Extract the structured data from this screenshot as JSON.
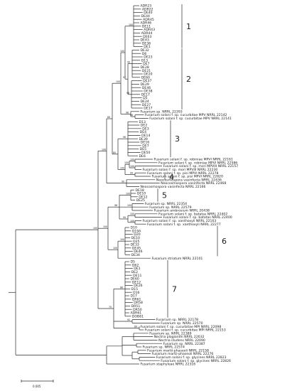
{
  "tree": {
    "groups": [
      {
        "label": "1",
        "tips": [
          "ADR23",
          "ADR22",
          "DE40",
          "DE44",
          "ADR45",
          "ADR46",
          "DE11",
          "ADR43",
          "ADR44",
          "DE63",
          "DE43",
          "DE36",
          "DE1"
        ]
      },
      {
        "label": "2",
        "tips": [
          "DE32",
          "D6",
          "DE23",
          "D13",
          "DE7",
          "DE28",
          "DE21",
          "DE20",
          "DE60",
          "DE37",
          "DE29",
          "DE46",
          "DE38",
          "DE17",
          "D5",
          "DE24",
          "DE27",
          "DE17"
        ]
      },
      {
        "label": "3",
        "tips": [
          "D13",
          "DE2",
          "DE3",
          "DE4",
          "DE14",
          "DE39",
          "DE16",
          "DE7",
          "DE5",
          "DE50",
          "DE6"
        ]
      },
      {
        "label": "4",
        "tips": []
      },
      {
        "label": "5",
        "tips": [
          "DE18",
          "DE10",
          "DE12",
          "DE25"
        ]
      },
      {
        "label": "6",
        "tips": [
          "D10",
          "D19A",
          "D20",
          "DE10",
          "D25",
          "DE33",
          "DE45",
          "DE46",
          "DE34"
        ]
      },
      {
        "label": "7",
        "tips": [
          "D5",
          "D62",
          "DE1",
          "DE2",
          "DE11",
          "DE60",
          "DE12",
          "DE26",
          "D15",
          "D16",
          "D17",
          "DR61",
          "DR58",
          "DR51",
          "DR50",
          "ADR61",
          "DOB61"
        ]
      }
    ],
    "references": [
      "Fusarium sp. NRRL 22393",
      "Fusarium solani f. sp. cucurbitae MPV NRRL 22142",
      "Fusarium solani f. sp. cucurbitae MPV NRRL 22141",
      "Fusarium solani f. sp. robiniae MPVI NRRL 22161",
      "Fusarium solani f. sp. robiniae MPVI NRRL 22586",
      "Fusarium solani f. sp. mori MPVIII NRRL 22157",
      "Fusarium solani f. sp. mori MPVIII NRRL 22230",
      "Fusarium solani f. sp. pisi MPVI NRRL 22278",
      "Fusarium solani f. sp. pisi MPVI NRRL 22820",
      "Neocosmospora vasinfecta NRRL 22436",
      "Neocosmospora vasinfecta NRRL 22468",
      "Neocosmospora vasinfecta NRRL 22166",
      "Fusarium sp. NRRL 22354",
      "Fusarium sp. NRRL 22579",
      "Fusarium ambrosium NRRL 20438",
      "Fusarium solani f. sp. batatas NRRL 22402",
      "Fusarium solani f. sp. batatas NRRL 22400",
      "Fusarium solani f. sp. xanthoxyli NRRL 22163",
      "Fusarium solani f. sp. xanthoxyli NRRL 22277",
      "Fusarium striatum NRRL 22101",
      "Fusarium sp. NRRL 22178",
      "Fusarium sp. NRRL 22570",
      "Fusarium solani f. sp. cucurbitae MPI NRRL 22098",
      "Fusarium solani f. sp. cucurbitae MPI NRRL 22153",
      "Fusarium sp. NRRL 22389",
      "Nectria plagianthi NRRL 22632",
      "Nectria illudens NRRL 22090",
      "Fusarium sp. NRRL 22387",
      "Fusarium sp. NRRL 22574",
      "Fusarium martii-phaseoli NRRL 22158",
      "Fusarium martii-phaseoli NRRL 22276",
      "Fusarium solani f. sp. glycines NRRL 22823",
      "Fusarium solani f. sp. glycines NRRL 22826",
      "Fusarium staphyleae NRRL 22316"
    ],
    "supports": [
      "100",
      "99",
      "98",
      "97",
      "100",
      "96",
      "98",
      "100",
      "96",
      "100",
      "100",
      "99",
      "100",
      "100",
      "85",
      "89",
      "90",
      "100",
      "100",
      "100",
      "100",
      "100",
      "99",
      "98",
      "100",
      "100",
      "100",
      "86",
      "92",
      "89",
      "75",
      "100"
    ],
    "scale_label": "0.005"
  }
}
